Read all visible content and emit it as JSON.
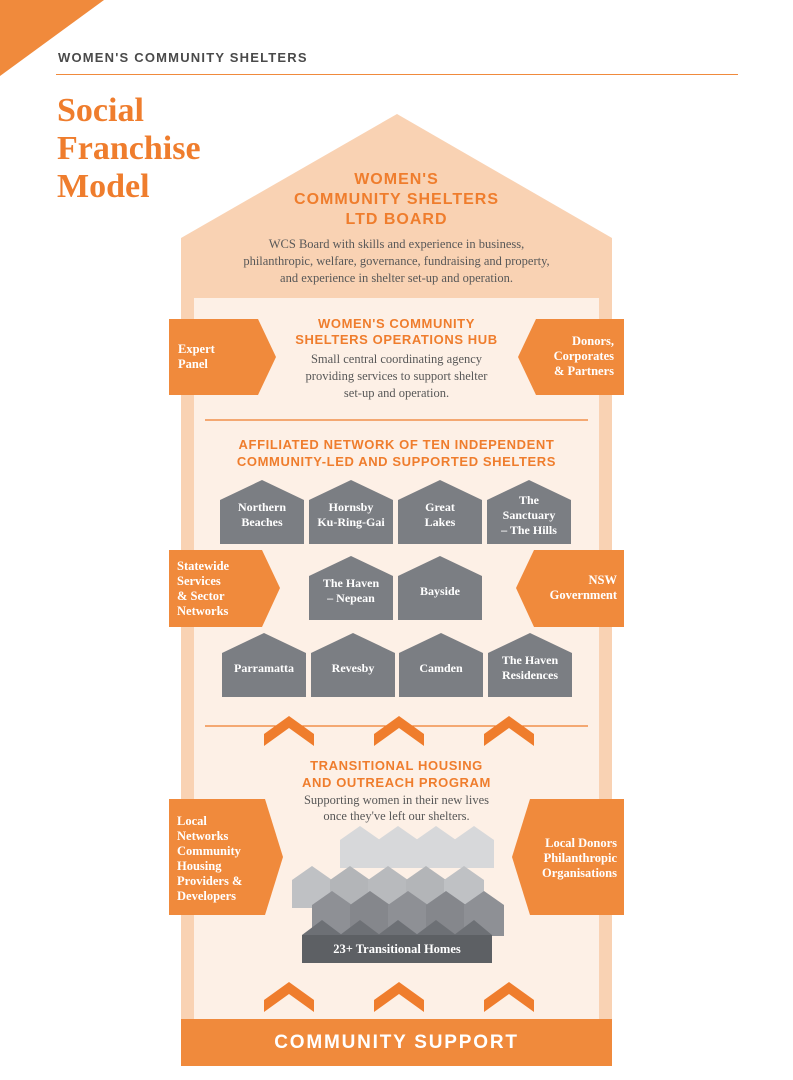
{
  "header": {
    "brand": "WOMEN'S COMMUNITY SHELTERS",
    "title_lines": [
      "Social",
      "Franchise",
      "Model"
    ]
  },
  "colors": {
    "accent": "#ef7d2d",
    "flag": "#f08a3c",
    "house_outer": "#f9d2b3",
    "house_inner": "#fdf0e6",
    "shelter_gray": "#7b7e83",
    "body_text": "#585858"
  },
  "board": {
    "title_lines": [
      "WOMEN'S",
      "COMMUNITY SHELTERS",
      "LTD BOARD"
    ],
    "description_lines": [
      "WCS Board with skills and experience in business,",
      "philanthropic, welfare, governance, fundraising and property,",
      "and experience in shelter set-up and operation."
    ]
  },
  "hub": {
    "title_lines": [
      "WOMEN'S COMMUNITY",
      "SHELTERS OPERATIONS HUB"
    ],
    "description_lines": [
      "Small central coordinating agency",
      "providing services to support shelter",
      "set-up and operation."
    ],
    "left_flag": [
      "Expert",
      "Panel"
    ],
    "right_flag": [
      "Donors,",
      "Corporates",
      "& Partners"
    ]
  },
  "network": {
    "title_lines": [
      "AFFILIATED NETWORK OF TEN INDEPENDENT",
      "COMMUNITY-LED AND SUPPORTED SHELTERS"
    ],
    "row1": [
      {
        "lines": [
          "Northern",
          "Beaches"
        ]
      },
      {
        "lines": [
          "Hornsby",
          "Ku-Ring-Gai"
        ]
      },
      {
        "lines": [
          "Great",
          "Lakes"
        ]
      },
      {
        "lines": [
          "The",
          "Sanctuary",
          "– The Hills"
        ]
      }
    ],
    "row2": [
      {
        "lines": [
          "The Haven",
          "– Nepean"
        ]
      },
      {
        "lines": [
          "Bayside"
        ]
      }
    ],
    "row3": [
      {
        "lines": [
          "Parramatta"
        ]
      },
      {
        "lines": [
          "Revesby"
        ]
      },
      {
        "lines": [
          "Camden"
        ]
      },
      {
        "lines": [
          "The Haven",
          "Residences"
        ]
      }
    ],
    "left_flag": [
      "Statewide",
      "Services",
      "& Sector",
      "Networks"
    ],
    "right_flag": [
      "NSW",
      "Government"
    ]
  },
  "transitional": {
    "title_lines": [
      "TRANSITIONAL HOUSING",
      "AND OUTREACH PROGRAM"
    ],
    "description_lines": [
      "Supporting women in their new lives",
      "once they've left our shelters."
    ],
    "left_flag": [
      "Local",
      "Networks",
      "Community",
      "Housing",
      "Providers &",
      "Developers"
    ],
    "right_flag": [
      "Local Donors",
      "Philanthropic",
      "Organisations"
    ],
    "homes_label": "23+ Transitional Homes"
  },
  "footer": {
    "community_label": "COMMUNITY SUPPORT"
  }
}
